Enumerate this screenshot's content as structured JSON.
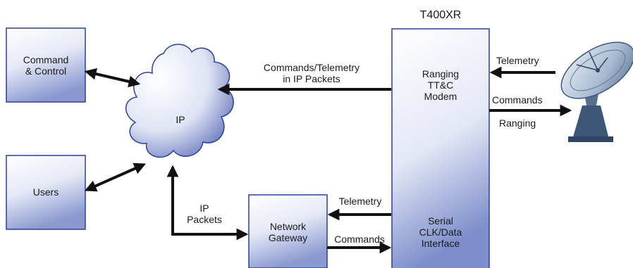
{
  "title": "T400XR",
  "boxes": {
    "command_control": "Command\n& Control",
    "users": "Users",
    "network_gateway": "Network\nGateway",
    "cloud": "IP",
    "modem_section": "Ranging\nTT&C\nModem",
    "serial_section": "Serial\nCLK/Data\nInterface"
  },
  "arrows": {
    "cmd_telemetry_ip": "Commands/Telemetry\nin IP Packets",
    "ip_packets": "IP\nPackets",
    "gateway_telemetry": "Telemetry",
    "gateway_commands": "Commands",
    "antenna_telemetry": "Telemetry",
    "antenna_commands": "Commands",
    "antenna_ranging": "Ranging"
  },
  "icons": {
    "antenna": "satellite-dish-icon"
  },
  "colors": {
    "box_gradient_top": "#ffffff",
    "box_gradient_bottom": "#8a9ad0",
    "box_border": "#2b3f9a",
    "arrow": "#111111"
  }
}
